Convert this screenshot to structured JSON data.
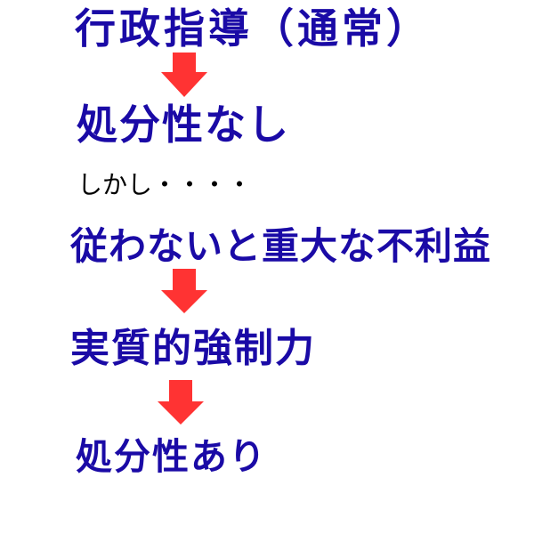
{
  "diagram": {
    "steps": [
      {
        "text": "行政指導（通常）"
      },
      {
        "text": "処分性なし"
      },
      {
        "text": "しかし・・・・"
      },
      {
        "text": "従わないと重大な不利益"
      },
      {
        "text": "実質的強制力"
      },
      {
        "text": "処分性あり"
      }
    ],
    "arrows": [
      {
        "icon": "down-arrow-icon",
        "from": "行政指導（通常）",
        "to": "処分性なし"
      },
      {
        "icon": "down-arrow-icon",
        "from": "従わないと重大な不利益",
        "to": "実質的強制力"
      },
      {
        "icon": "down-arrow-icon",
        "from": "実質的強制力",
        "to": "処分性あり"
      }
    ],
    "colors": {
      "text_primary": "#1a0aa6",
      "text_secondary": "#000000",
      "arrow": "#ff3333",
      "background": "#ffffff"
    }
  }
}
